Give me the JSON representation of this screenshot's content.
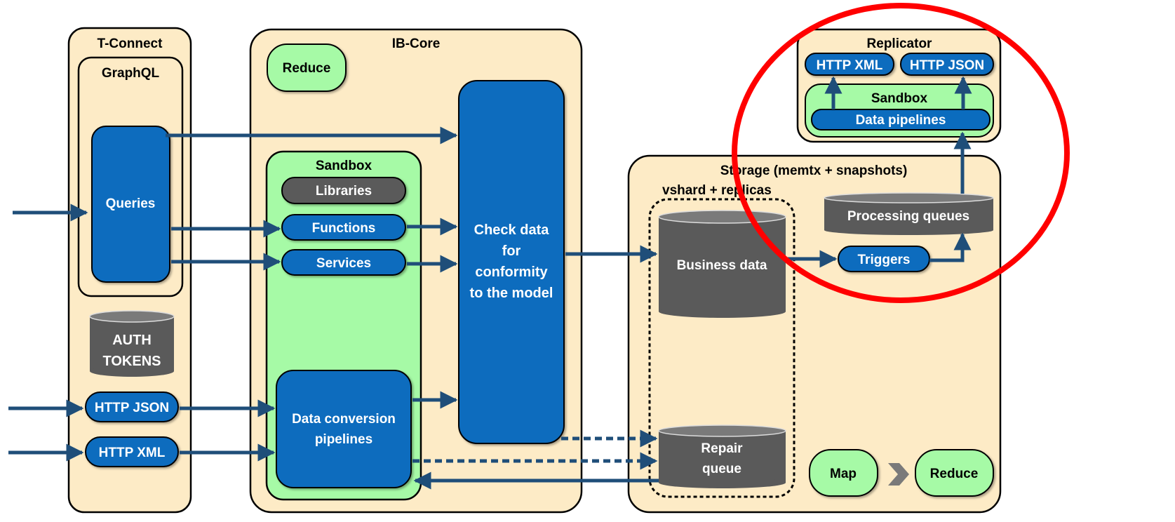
{
  "t_connect": {
    "title": "T-Connect",
    "graphql_title": "GraphQL",
    "queries": "Queries",
    "auth_tokens_line1": "AUTH",
    "auth_tokens_line2": "TOKENS",
    "http_json": "HTTP JSON",
    "http_xml": "HTTP XML"
  },
  "ib_core": {
    "title": "IB-Core",
    "reduce": "Reduce",
    "sandbox_title": "Sandbox",
    "libraries": "Libraries",
    "functions": "Functions",
    "services": "Services",
    "data_conversion_line1": "Data conversion",
    "data_conversion_line2": "pipelines",
    "check_line1": "Check data",
    "check_line2": "for",
    "check_line3": "conformity",
    "check_line4": "to the model"
  },
  "storage": {
    "title": "Storage (memtx + snapshots)",
    "vshard_title": "vshard + replicas",
    "business_data": "Business data",
    "repair_line1": "Repair",
    "repair_line2": "queue",
    "processing_queues": "Processing queues",
    "triggers": "Triggers",
    "map": "Map",
    "reduce": "Reduce"
  },
  "replicator": {
    "title": "Replicator",
    "http_xml": "HTTP XML",
    "http_json": "HTTP JSON",
    "sandbox_title": "Sandbox",
    "data_pipelines": "Data pipelines"
  },
  "colors": {
    "outer_fill": "#FDEBC6",
    "sandbox_fill": "#A6FAA6",
    "blue": "#0B6CBE",
    "dark": "#5A5A5A",
    "arrow": "#1F4E79",
    "highlight": "#FF0000"
  }
}
